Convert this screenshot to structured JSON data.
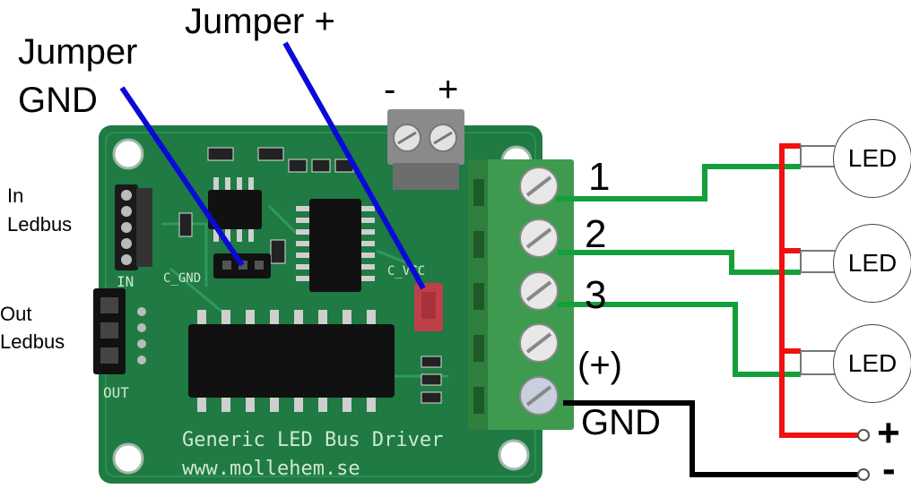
{
  "labels": {
    "jumper_plus": "Jumper +",
    "jumper_gnd_line1": "Jumper",
    "jumper_gnd_line2": "GND",
    "in_ledbus_line1": "In",
    "in_ledbus_line2": "Ledbus",
    "out_ledbus_line1": "Out",
    "out_ledbus_line2": "Ledbus",
    "power_minus": "-",
    "power_plus": "+",
    "terminal_1": "1",
    "terminal_2": "2",
    "terminal_3": "3",
    "terminal_plus": "(+)",
    "terminal_gnd": "GND",
    "supply_plus": "+",
    "supply_minus": "-"
  },
  "leds": [
    "LED",
    "LED",
    "LED"
  ],
  "board": {
    "title": "Generic LED Bus Driver",
    "url": "www.mollehem.se",
    "silk_in": "IN",
    "silk_out": "OUT",
    "silk_c_gnd": "C_GND",
    "silk_c_vcc": "C_VCC"
  },
  "colors": {
    "pcb": "#1f7a43",
    "terminal_green": "#3e9a4f",
    "wire_green": "#13a03a",
    "wire_red": "#ee1111",
    "wire_black": "#000000",
    "pointer_blue": "#0a0ad8",
    "jumper_red": "#c0404a"
  }
}
